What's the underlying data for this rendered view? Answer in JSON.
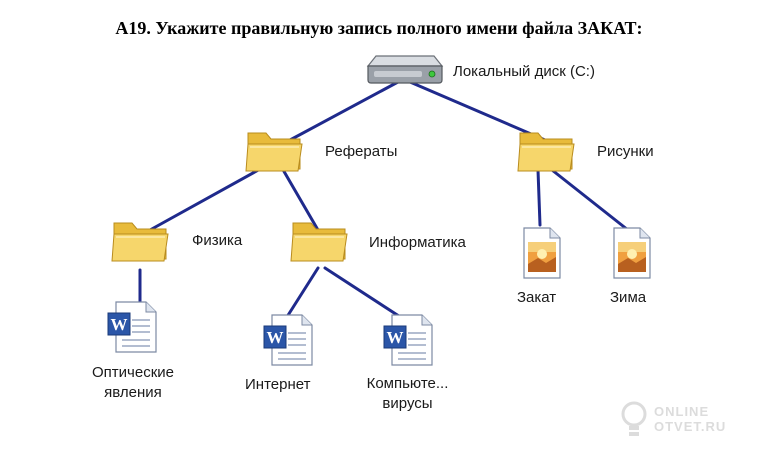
{
  "question": "А19. Укажите правильную запись полного имени файла ЗАКАТ:",
  "tree": {
    "root": {
      "label": "Локальный диск (C:)",
      "icon": "hard-drive-icon"
    },
    "folders": {
      "referaty": {
        "label": "Рефераты",
        "icon": "folder-icon"
      },
      "risunki": {
        "label": "Рисунки",
        "icon": "folder-icon"
      },
      "fizika": {
        "label": "Физика",
        "icon": "folder-icon"
      },
      "informatika": {
        "label": "Информатика",
        "icon": "folder-icon"
      }
    },
    "files": {
      "opticheskie": {
        "line1": "Оптические",
        "line2": "явления",
        "icon": "word-document-icon"
      },
      "internet": {
        "label": "Интернет",
        "icon": "word-document-icon"
      },
      "kompyuternye": {
        "line1": "Компьюте...",
        "line2": "вирусы",
        "icon": "word-document-icon"
      },
      "zakat": {
        "label": "Закат",
        "icon": "image-file-icon"
      },
      "zima": {
        "label": "Зима",
        "icon": "image-file-icon"
      }
    }
  },
  "watermark": {
    "line1": "ONLINE",
    "line2": "OTVET.RU"
  },
  "colors": {
    "connector": "#1f2a8c",
    "folder": "#f2cf57",
    "folder_light": "#fbe7a1"
  }
}
